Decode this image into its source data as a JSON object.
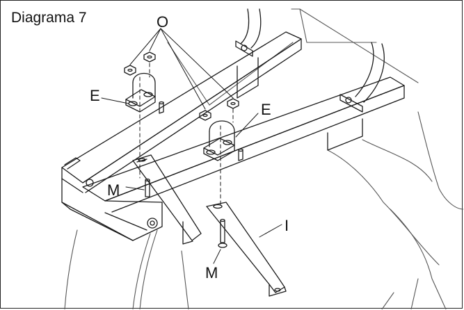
{
  "title": "Diagrama 7",
  "labels": {
    "o": "O",
    "e_left": "E",
    "e_right": "E",
    "m_left": "M",
    "i": "I",
    "m_bottom": "M"
  }
}
